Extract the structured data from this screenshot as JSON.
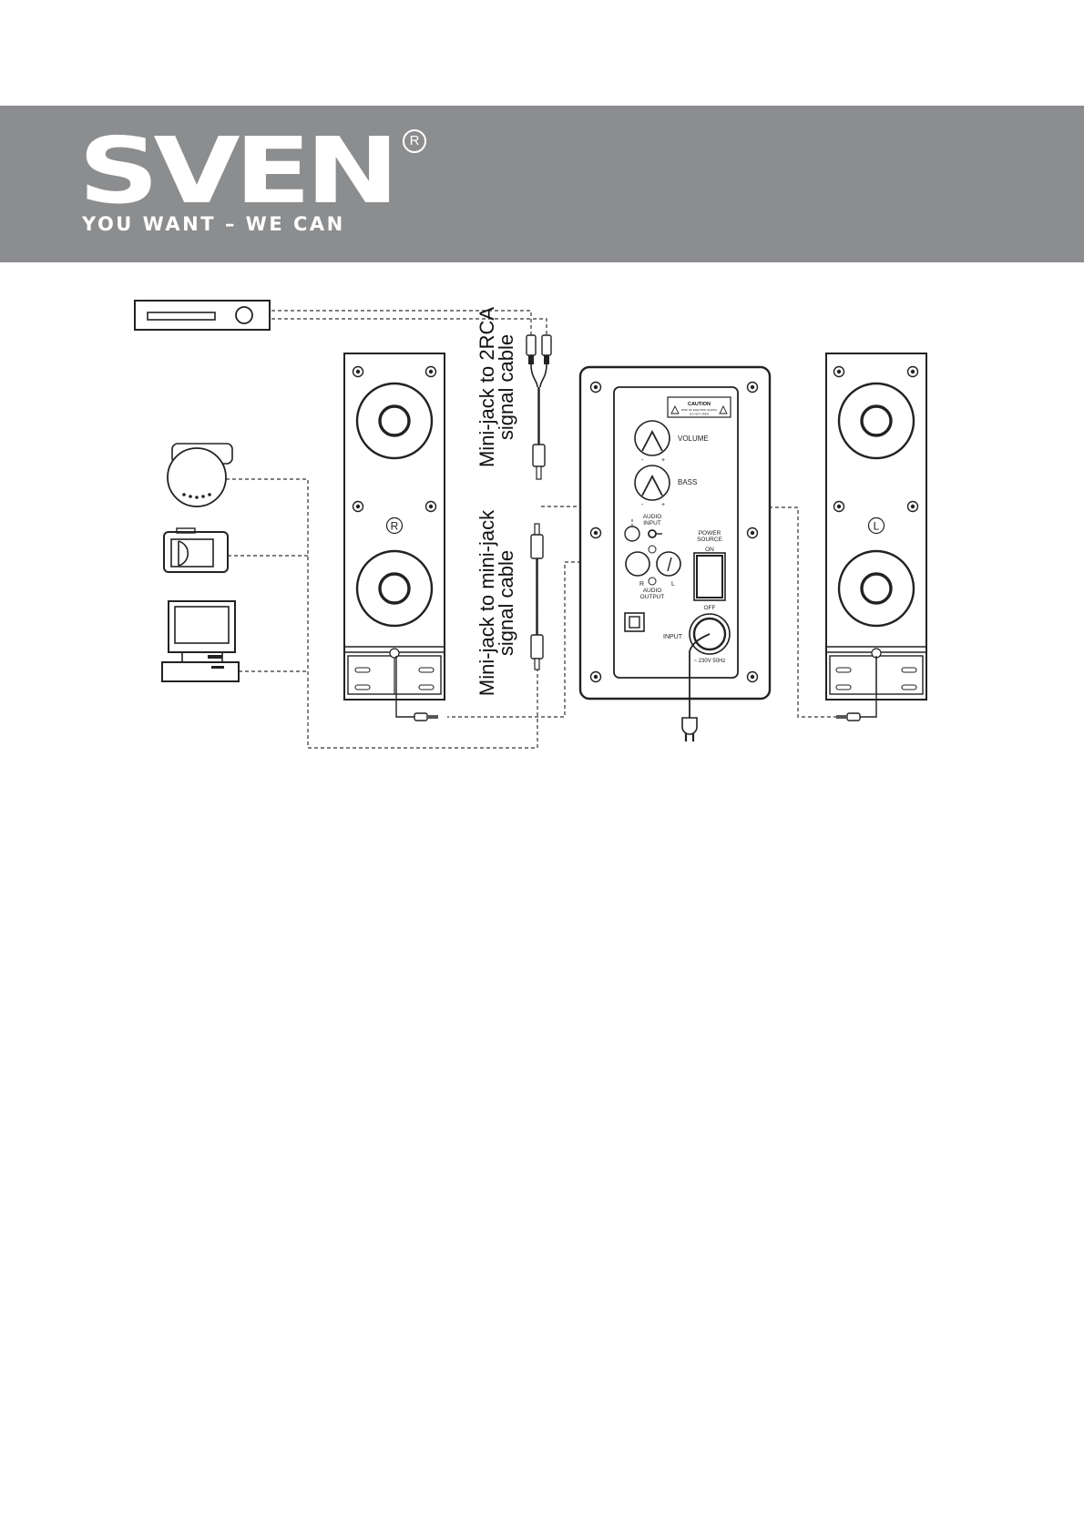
{
  "brand": {
    "name": "SVEN",
    "registered_mark": "R",
    "tagline": "YOU WANT – WE CAN",
    "banner_color": "#8c8d8f"
  },
  "cables": {
    "rca_cable_line1": "Mini-jack to 2RCA",
    "rca_cable_line2": "signal cable",
    "minijack_cable_line1": "Mini-jack to mini-jack",
    "minijack_cable_line2": "signal cable"
  },
  "speakers": {
    "right_badge": "R",
    "left_badge": "L"
  },
  "rear_panel": {
    "caution_title": "CAUTION",
    "caution_text_1": "RISK OF ELECTRIC SHOCK",
    "caution_text_2": "DO NOT OPEN",
    "volume_label": "VOLUME",
    "bass_label": "BASS",
    "minus_sign": "-",
    "plus_sign": "+",
    "audio_input_line1": "AUDIO",
    "audio_input_line2": "INPUT",
    "power_source_line1": "POWER",
    "power_source_line2": "SOURCE",
    "power_on": "ON",
    "power_off": "OFF",
    "audio_output_line1": "AUDIO",
    "audio_output_line2": "OUTPUT",
    "output_r": "R",
    "output_l": "L",
    "input_label": "INPUT",
    "voltage_label": "~ 230V 50Hz"
  },
  "icons": [
    "cd-player-icon",
    "cassette-player-icon",
    "computer-icon",
    "dvd-player-icon",
    "power-plug-icon"
  ]
}
